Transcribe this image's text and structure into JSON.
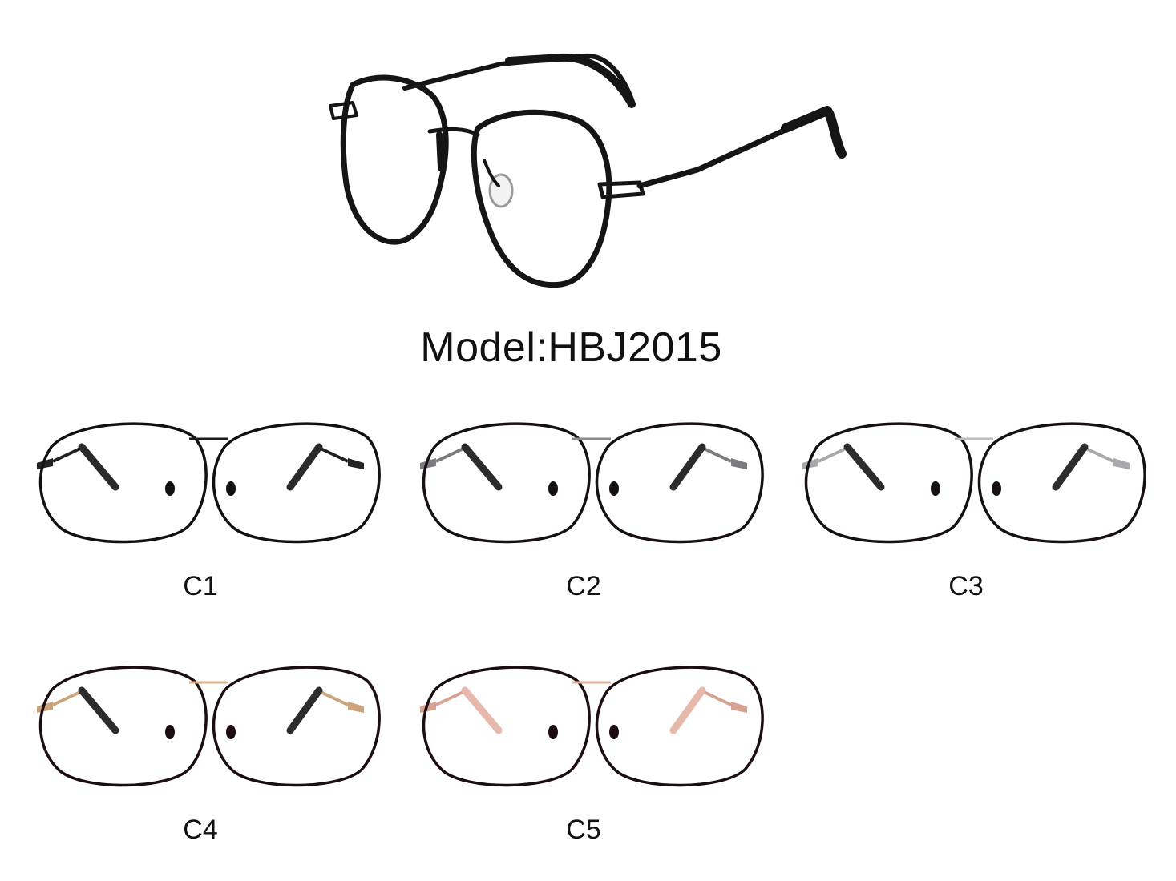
{
  "model": {
    "title": "Model:HBJ2015"
  },
  "variants": [
    {
      "code": "C1",
      "rim_color": "#111111",
      "bridge_color": "#1a1a1a",
      "temple_color": "#222222",
      "tip_color": "#2a2a2a"
    },
    {
      "code": "C2",
      "rim_color": "#161012",
      "bridge_color": "#8a8a8e",
      "temple_color": "#7c7c80",
      "tip_color": "#2c2c2c"
    },
    {
      "code": "C3",
      "rim_color": "#161012",
      "bridge_color": "#bdbdc0",
      "temple_color": "#a9a9ad",
      "tip_color": "#2c2c2c"
    },
    {
      "code": "C4",
      "rim_color": "#1c0d10",
      "bridge_color": "#d8b48a",
      "temple_color": "#c9a47c",
      "tip_color": "#2c2c2c"
    },
    {
      "code": "C5",
      "rim_color": "#1c0d10",
      "bridge_color": "#e0b2a0",
      "temple_color": "#d6a393",
      "tip_color": "#e7b9ad"
    }
  ],
  "hero": {
    "frame_color": "#151515"
  }
}
